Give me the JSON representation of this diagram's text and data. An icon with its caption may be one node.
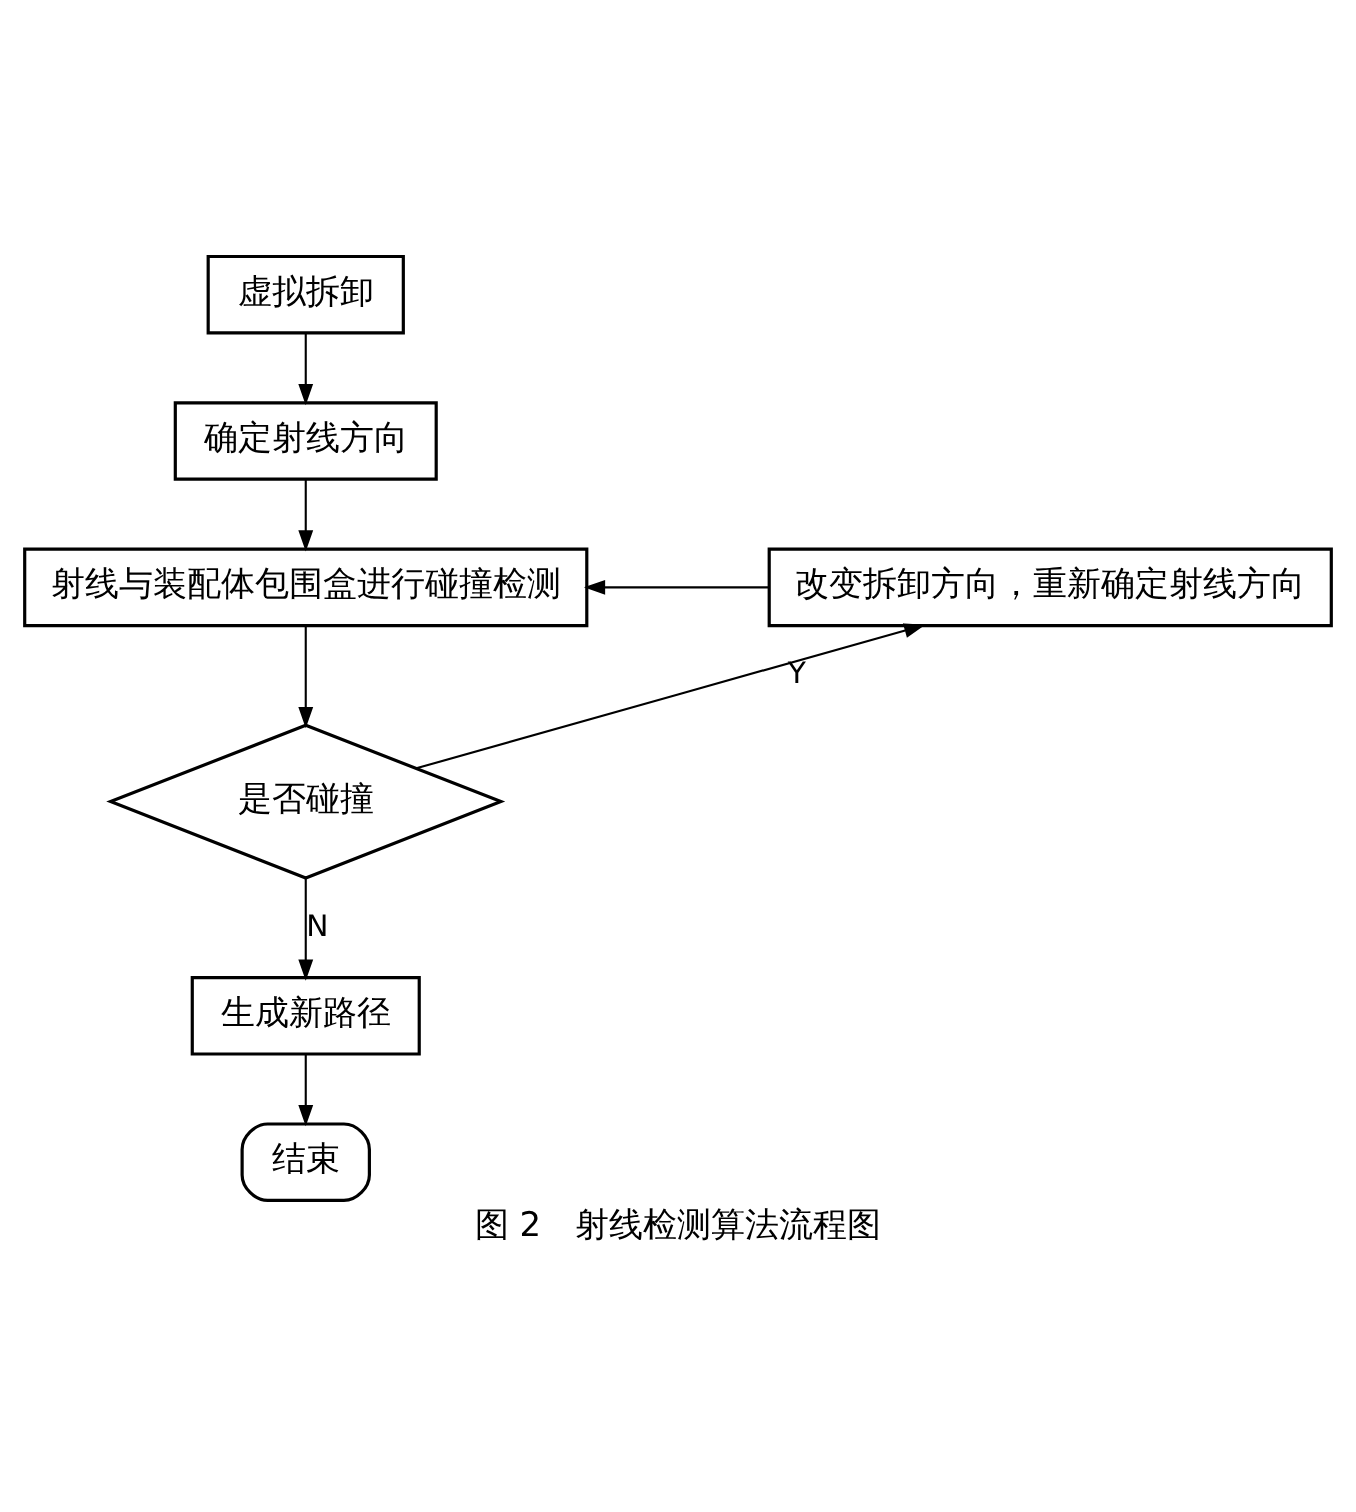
{
  "diagram": {
    "caption": "图 2　射线检测算法流程图",
    "nodes": [
      {
        "text": [
          "虚拟拆卸"
        ]
      },
      {
        "text": [
          "确定射线方向"
        ]
      },
      {
        "text": [
          "射线与装配体包围盒进行碰撞检测"
        ]
      },
      {
        "text": [
          "改变拆卸方向，重新确定射线方向"
        ]
      },
      {
        "text": [
          "是否碰撞"
        ]
      },
      {
        "text": [
          "生成新路径"
        ]
      },
      {
        "text": [
          "结束"
        ]
      }
    ],
    "edges": [
      {
        "from": 0,
        "to": 1,
        "arrow": "to"
      },
      {
        "from": 1,
        "to": 2,
        "arrow": "to"
      },
      {
        "from": 2,
        "to": 4,
        "arrow": "to"
      },
      {
        "from": 4,
        "to": 3,
        "arrow": "to",
        "label": "Y"
      },
      {
        "from": 3,
        "to": 2,
        "arrow": "to"
      },
      {
        "from": 4,
        "to": 5,
        "arrow": "to",
        "label": "N"
      },
      {
        "from": 5,
        "to": 6,
        "arrow": "to"
      }
    ]
  }
}
